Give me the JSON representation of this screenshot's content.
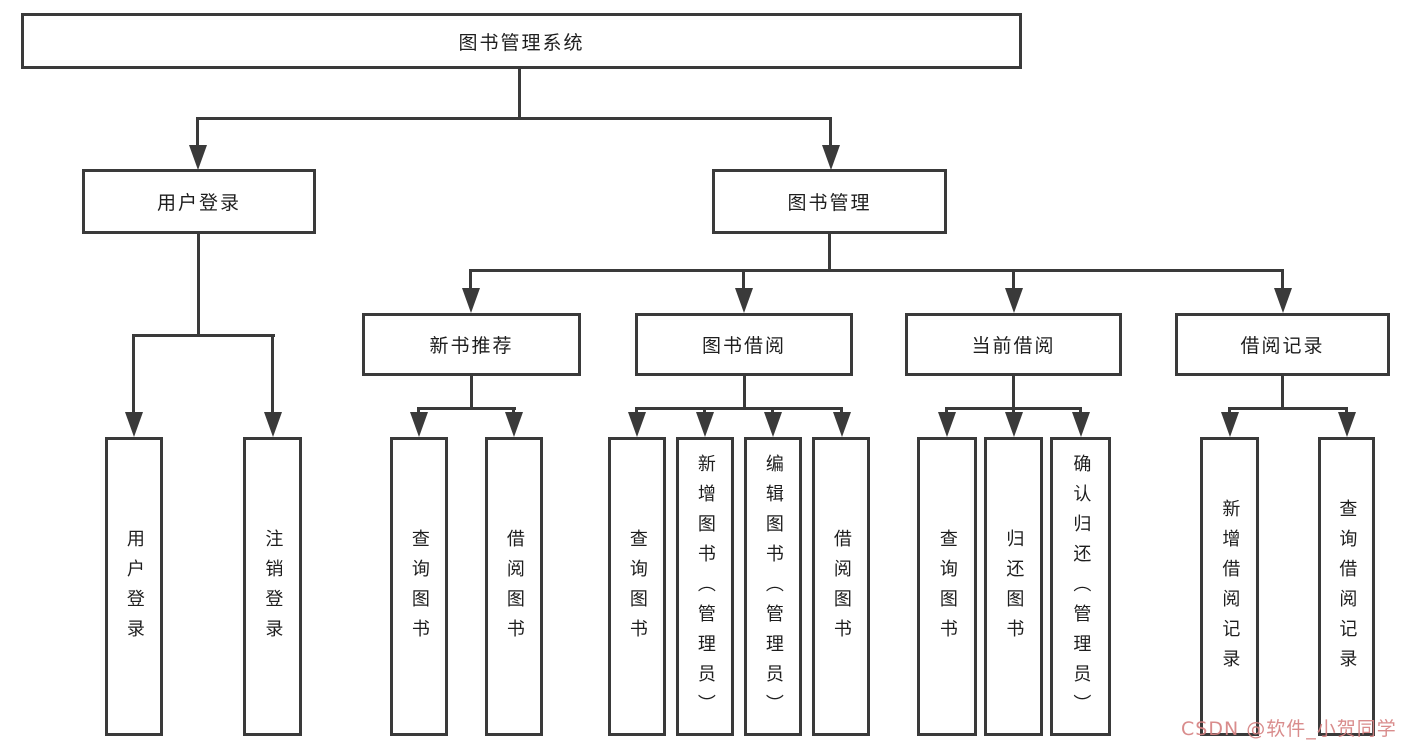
{
  "diagram": {
    "type": "hierarchy-tree",
    "nodes": {
      "root": "图书管理系统",
      "user_login": "用户登录",
      "book_mgmt": "图书管理",
      "new_book": "新书推荐",
      "book_borrow": "图书借阅",
      "current_borrow": "当前借阅",
      "borrow_records": "借阅记录",
      "leaf_user_login": "用户登录",
      "leaf_logout": "注销登录",
      "leaf_nb_query": "查询图书",
      "leaf_nb_borrow": "借阅图书",
      "leaf_bb_query": "查询图书",
      "leaf_bb_add": "新增图书（管理员）",
      "leaf_bb_edit": "编辑图书（管理员）",
      "leaf_bb_borrow": "借阅图书",
      "leaf_cb_query": "查询图书",
      "leaf_cb_return": "归还图书",
      "leaf_cb_confirm": "确认归还（管理员）",
      "leaf_br_add": "新增借阅记录",
      "leaf_br_query": "查询借阅记录"
    },
    "edges": [
      [
        "图书管理系统",
        "用户登录"
      ],
      [
        "图书管理系统",
        "图书管理"
      ],
      [
        "用户登录",
        "用户登录"
      ],
      [
        "用户登录",
        "注销登录"
      ],
      [
        "图书管理",
        "新书推荐"
      ],
      [
        "图书管理",
        "图书借阅"
      ],
      [
        "图书管理",
        "当前借阅"
      ],
      [
        "图书管理",
        "借阅记录"
      ],
      [
        "新书推荐",
        "查询图书"
      ],
      [
        "新书推荐",
        "借阅图书"
      ],
      [
        "图书借阅",
        "查询图书"
      ],
      [
        "图书借阅",
        "新增图书（管理员）"
      ],
      [
        "图书借阅",
        "编辑图书（管理员）"
      ],
      [
        "图书借阅",
        "借阅图书"
      ],
      [
        "当前借阅",
        "查询图书"
      ],
      [
        "当前借阅",
        "归还图书"
      ],
      [
        "当前借阅",
        "确认归还（管理员）"
      ],
      [
        "借阅记录",
        "新增借阅记录"
      ],
      [
        "借阅记录",
        "查询借阅记录"
      ]
    ],
    "watermark": "CSDN @软件_小贺同学",
    "colors": {
      "line": "#3a3a3a",
      "text": "#1e1e1e",
      "background": "#ffffff",
      "watermark": "#d68282"
    }
  }
}
